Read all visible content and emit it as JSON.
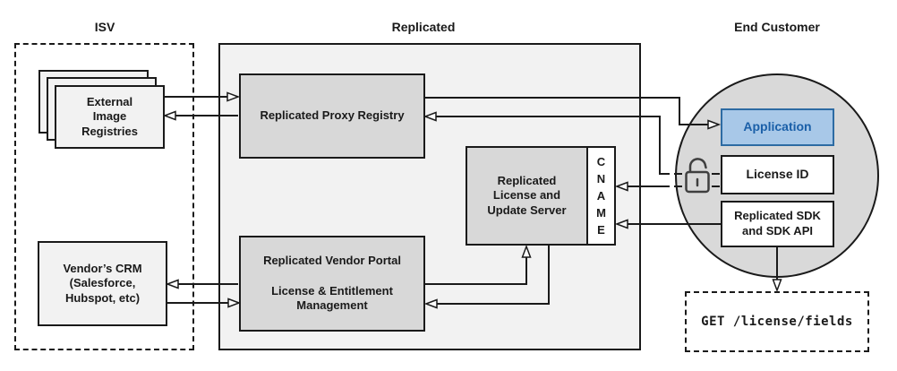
{
  "sections": {
    "isv": "ISV",
    "replicated": "Replicated",
    "end_customer": "End Customer"
  },
  "nodes": {
    "registries": "External\nImage\nRegistries",
    "crm": "Vendor’s CRM\n(Salesforce,\nHubspot, etc)",
    "proxy": "Replicated Proxy Registry",
    "portal": "Replicated Vendor Portal\n\nLicense & Entitlement\nManagement",
    "server": "Replicated\nLicense and\nUpdate Server",
    "cname": "C\nN\nA\nM\nE",
    "application": "Application",
    "license_id": "License ID",
    "sdk": "Replicated SDK\nand SDK API",
    "get_endpoint": "GET /license/fields"
  },
  "icons": {
    "unlock": "open-padlock"
  },
  "colors": {
    "background": "#ffffff",
    "line": "#1a1a1a",
    "container_fill": "#f2f2f2",
    "node_fill": "#d8d8d8",
    "circle_fill": "#d9d9d9",
    "application_fill": "#a8c8e8",
    "application_border": "#2d6ba3",
    "application_text": "#1a5fa8"
  }
}
